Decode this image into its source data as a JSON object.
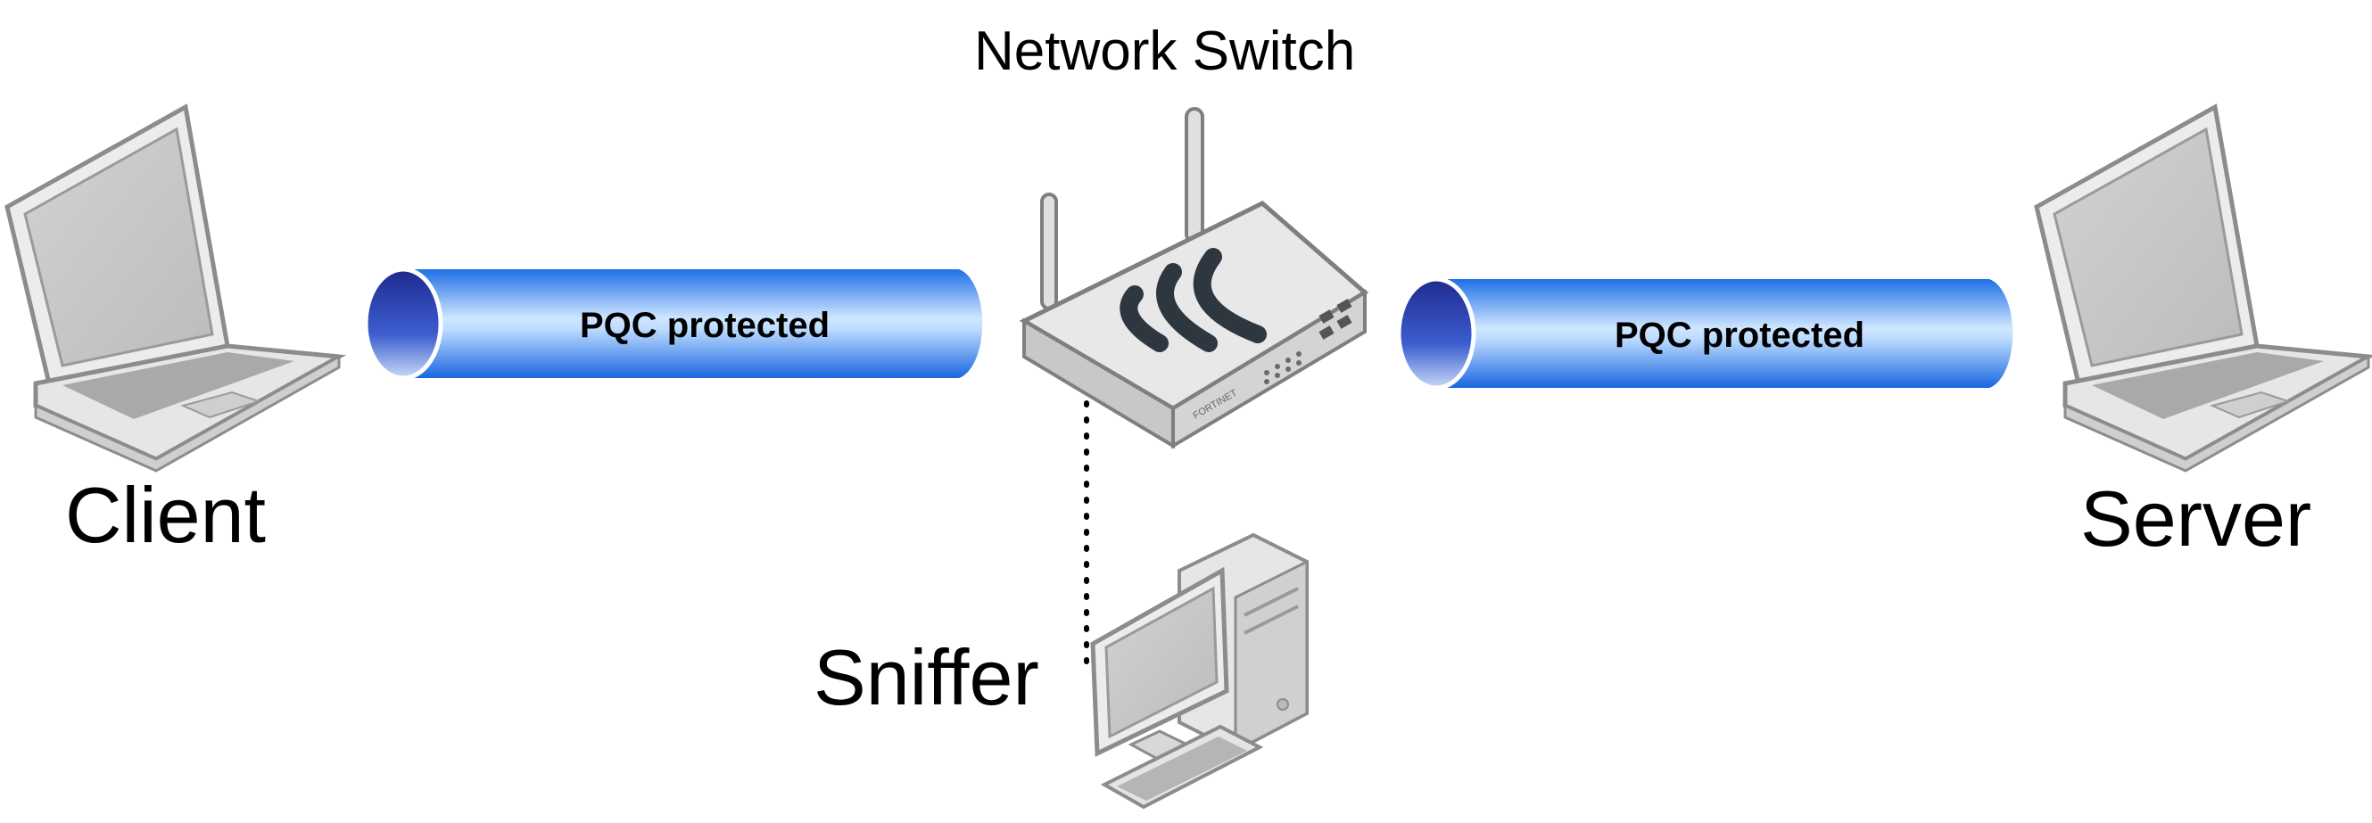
{
  "labels": {
    "client": "Client",
    "server": "Server",
    "switch": "Network Switch",
    "sniffer": "Sniffer"
  },
  "tunnels": {
    "left": "PQC protected",
    "right": "PQC protected"
  },
  "device": {
    "brand": "FORTINET"
  },
  "colors": {
    "tube_main": "#2d7cf0",
    "tube_highlight": "#bfe0ff",
    "tube_end": "#2a3aa8",
    "device_gray": "#d9d9d9",
    "outline_gray": "#888888"
  }
}
